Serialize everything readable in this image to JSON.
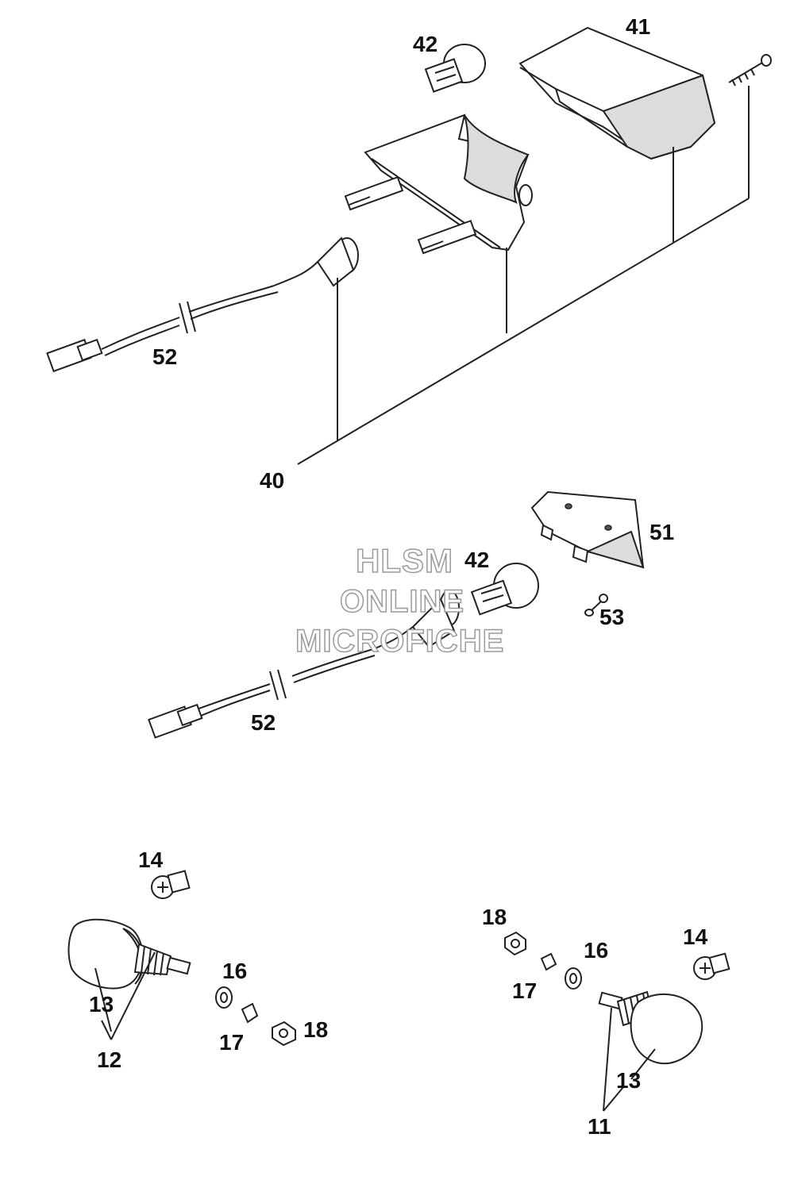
{
  "watermark": {
    "line1": "HLSM",
    "line2": "ONLINE",
    "line3": "MICROFICHE"
  },
  "callouts": {
    "c40": "40",
    "c41": "41",
    "c42_top": "42",
    "c52_top": "52",
    "c51": "51",
    "c42_mid": "42",
    "c53": "53",
    "c52_mid": "52",
    "c14_left": "14",
    "c13_left": "13",
    "c12": "12",
    "c16_left": "16",
    "c17_left": "17",
    "c18_left": "18",
    "c18_right": "18",
    "c16_right": "16",
    "c17_right": "17",
    "c14_right": "14",
    "c13_right": "13",
    "c11": "11"
  }
}
